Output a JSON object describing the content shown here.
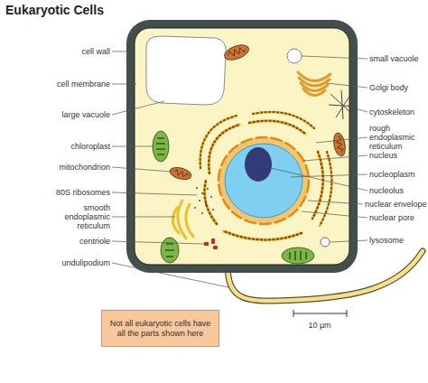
{
  "diagram": {
    "title": "Eukaryotic Cells",
    "nodes": [
      {
        "text": [
          "Not all eukaryotic cells have all the parts shown here"
        ]
      }
    ],
    "labels": [
      "cell wall",
      "cell membrane",
      "large vacuole",
      "chloroplast",
      "mitochondrion",
      "80S ribosomes",
      "smooth endoplasmic reticulum",
      "centriole",
      "undulipodium",
      "small vacuole",
      "Golgi body",
      "cytoskeleton",
      "rough endoplasmic reticulum",
      "nucleus",
      "nucleoplasm",
      "nucleolus",
      "nuclear envelope",
      "nuclear pore",
      "lysosome",
      "10 µm"
    ]
  }
}
